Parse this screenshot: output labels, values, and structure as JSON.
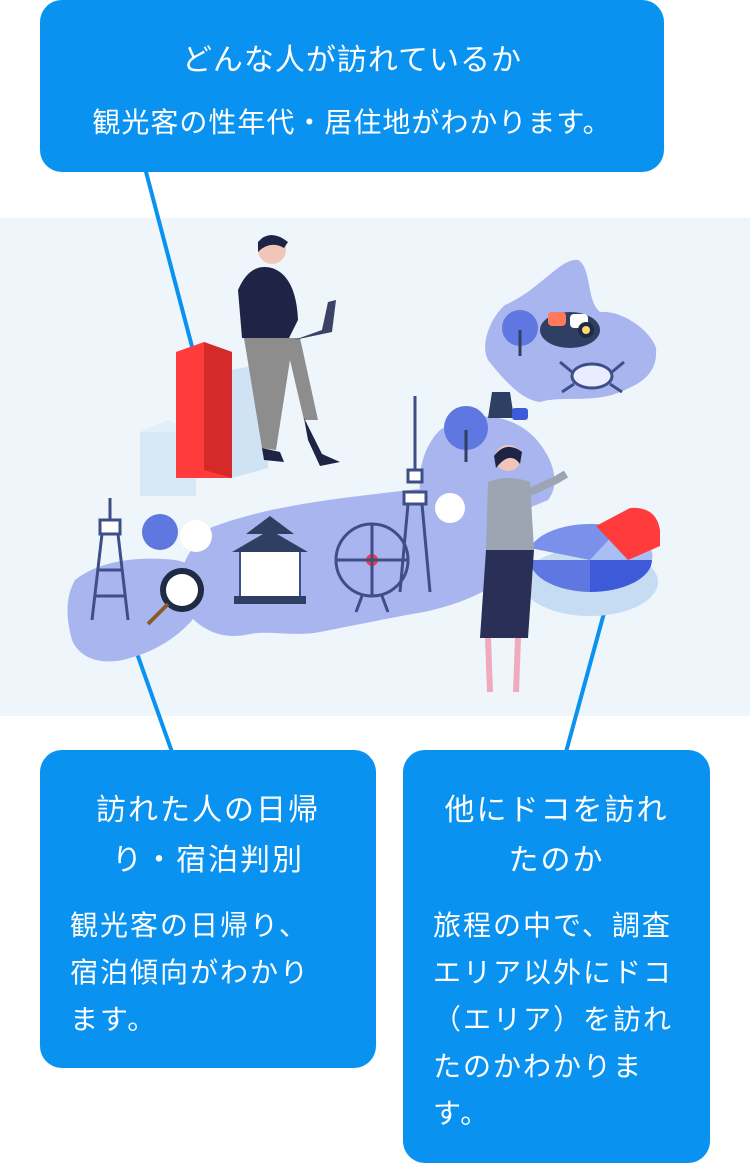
{
  "callouts": {
    "visitors": {
      "title": "どんな人が訪れているか",
      "description": "観光客の性年代・居住地がわかります。"
    },
    "day_trip": {
      "title_lines": [
        "訪れた人の日帰",
        "り・宿泊判別"
      ],
      "description_lines": [
        "観光客の日帰り、",
        "宿泊傾向がわかり",
        "ます。"
      ]
    },
    "other_areas": {
      "title_lines": [
        "他にドコを訪れ",
        "たのか"
      ],
      "description_lines": [
        "旅程の中で、調査",
        "エリア以外にドコ",
        "（エリア）を訪れ",
        "たのかわかりま",
        "す。"
      ]
    }
  },
  "colors": {
    "callout_blue": "#0a92f0",
    "band_background": "#eef5fb",
    "map_purple": "#a9b5ee",
    "chart_red": "#ff3b3b"
  },
  "icons": [
    "businessman-icon",
    "bar-chart-icon",
    "japan-map-icon",
    "sushi-icon",
    "crab-icon",
    "tree-icon",
    "tokyo-tower-icon",
    "skytree-icon",
    "ferris-wheel-icon",
    "castle-icon",
    "fan-icon",
    "tea-icon",
    "businesswoman-icon",
    "pie-chart-icon"
  ]
}
